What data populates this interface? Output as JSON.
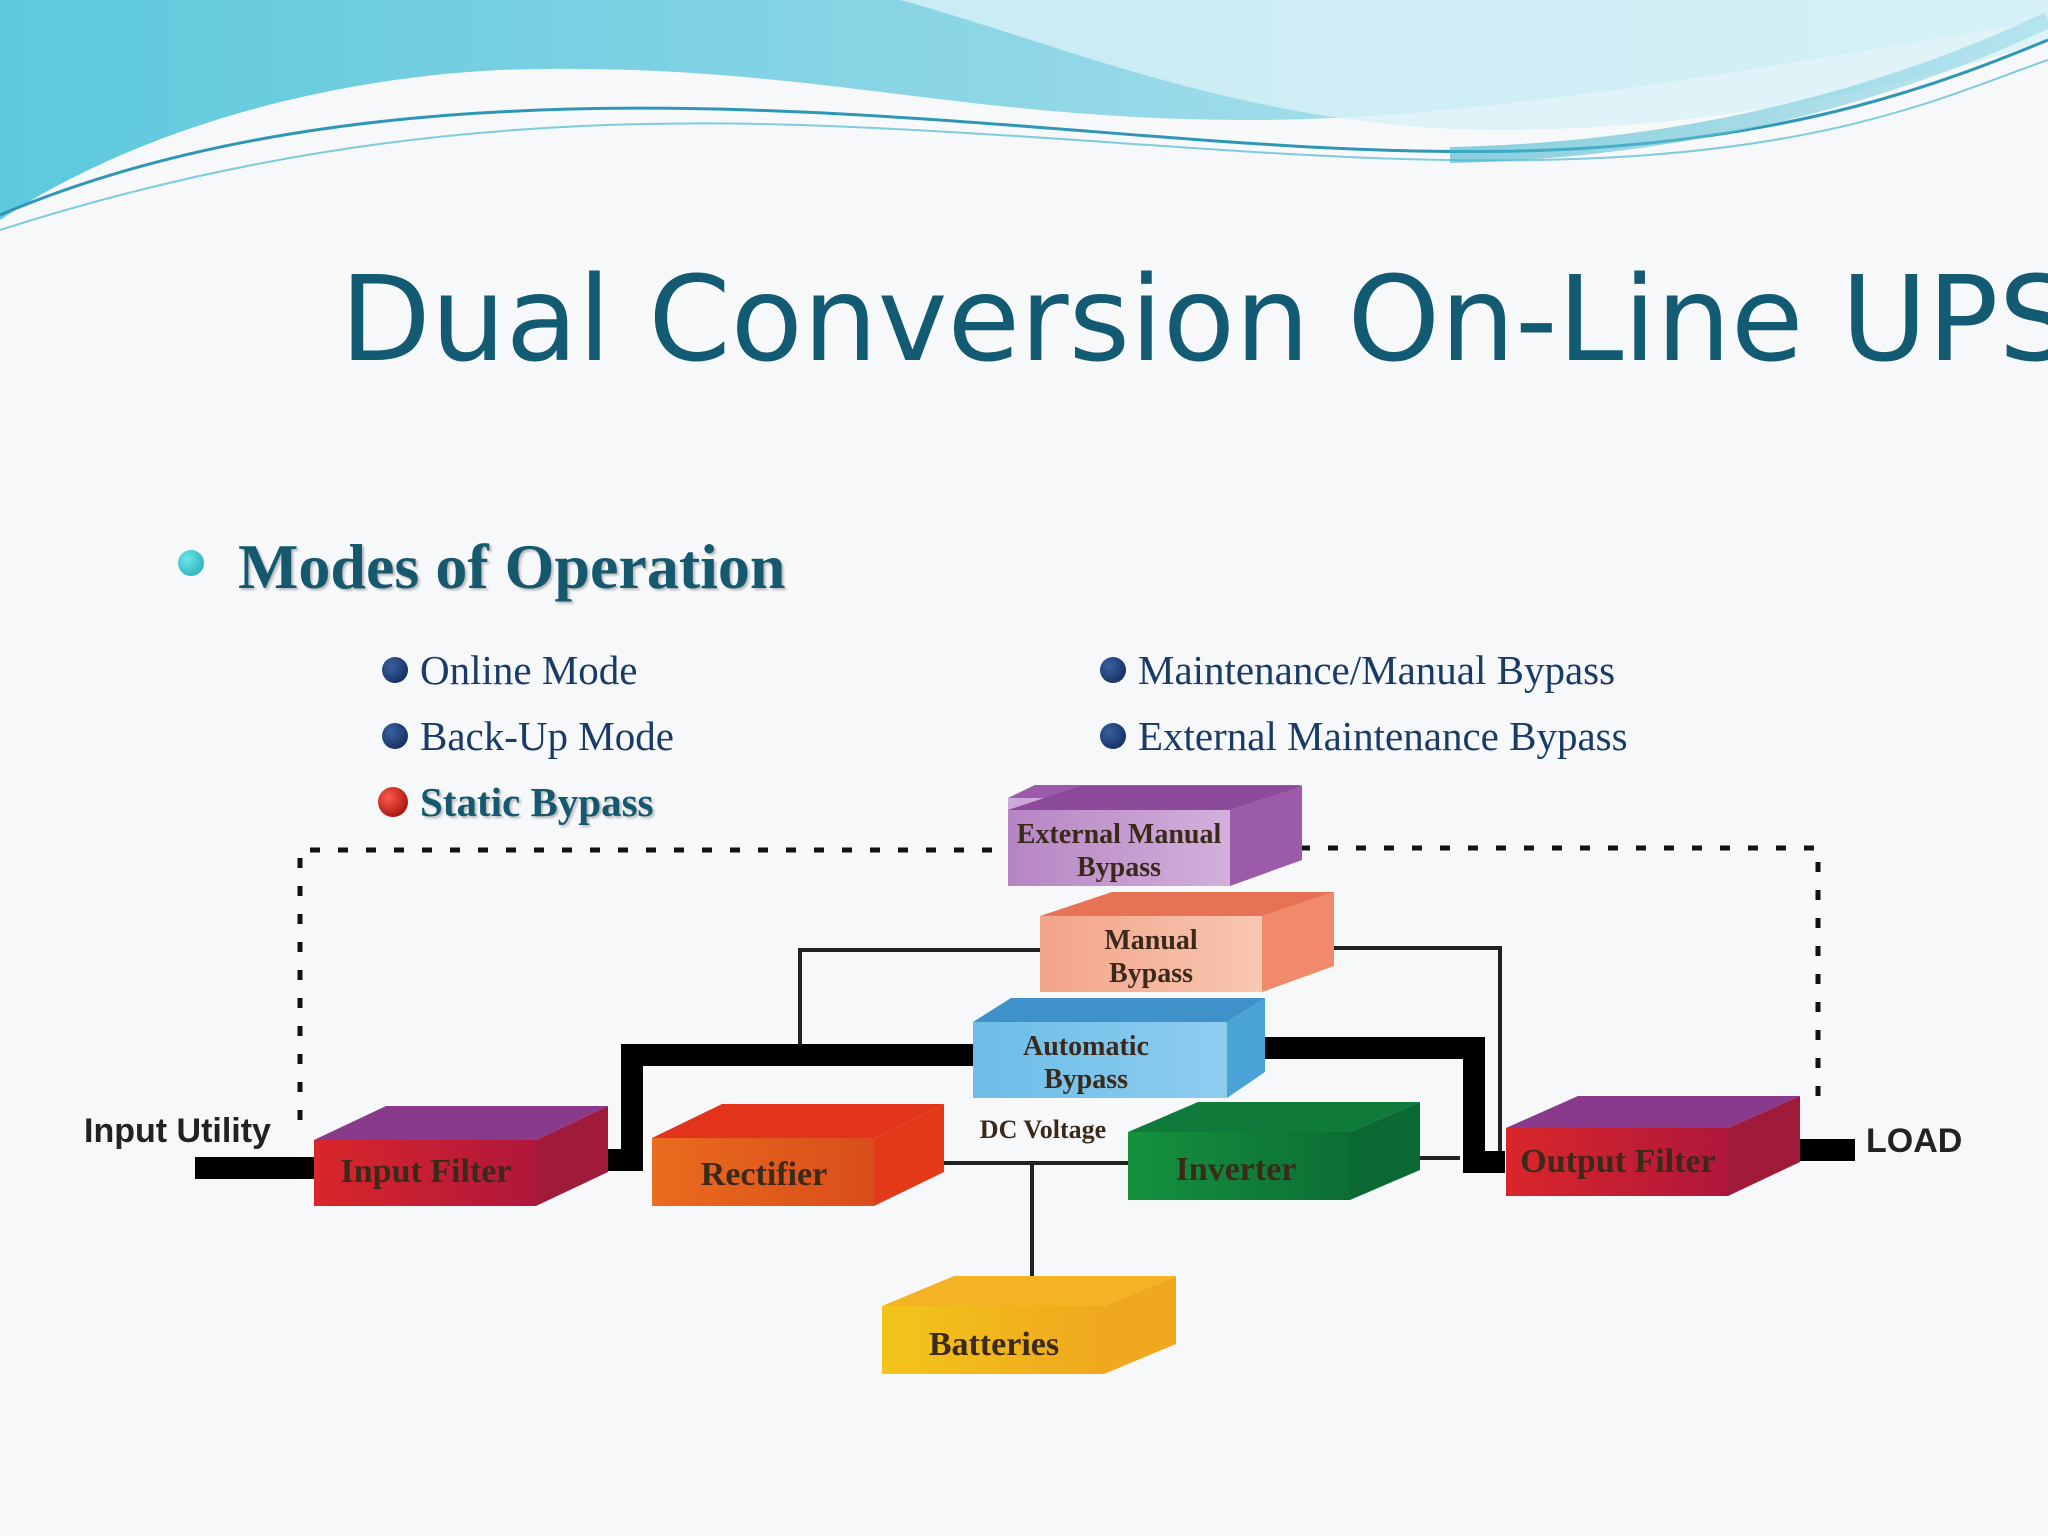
{
  "slide": {
    "title": "Dual Conversion On-Line UPS",
    "bullet": "Modes of Operation",
    "modes_left": [
      "Online Mode",
      "Back-Up Mode",
      "Static Bypass"
    ],
    "modes_right": [
      "Maintenance/Manual Bypass",
      "External Maintenance Bypass"
    ],
    "active_mode": "Static Bypass"
  },
  "diagram": {
    "input_label": "Input Utility",
    "load_label": "LOAD",
    "dc_voltage_label": "DC Voltage",
    "blocks": {
      "input_filter": "Input Filter",
      "rectifier": "Rectifier",
      "inverter": "Inverter",
      "output_filter": "Output Filter",
      "batteries": "Batteries",
      "automatic_bypass": [
        "Automatic",
        "Bypass"
      ],
      "manual_bypass": [
        "Manual",
        "Bypass"
      ],
      "external_manual_bypass": [
        "External Manual",
        "Bypass"
      ]
    },
    "colors": {
      "input_filter": "#d9262a",
      "rectifier": "#ea6c1e",
      "inverter": "#16913f",
      "output_filter": "#d9262a",
      "batteries": "#f2c51a",
      "automatic_bypass": "#6cbde8",
      "manual_bypass": "#f2a488",
      "external_manual_bypass": "#b685c4",
      "title": "#135a73"
    }
  }
}
